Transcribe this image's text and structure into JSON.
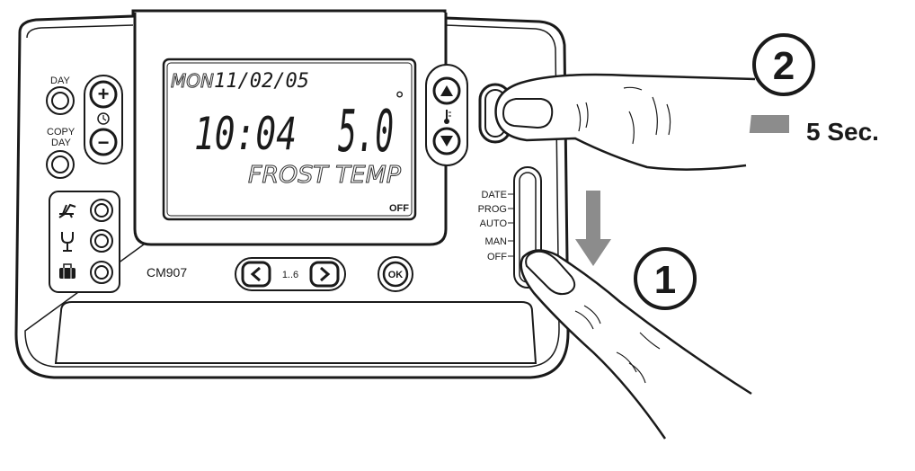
{
  "device": {
    "model": "CM907",
    "left_buttons": {
      "day": "DAY",
      "copy_day_line1": "COPY",
      "copy_day_line2": "DAY"
    },
    "adjust": {
      "plus": "+",
      "minus": "−",
      "clock_icon": "clock-icon"
    },
    "preset_icons": [
      "deckchair-icon",
      "wine-glass-icon",
      "suitcase-icon"
    ],
    "nav": {
      "prev": "‹",
      "range": "1..6",
      "next": "›",
      "ok": "OK"
    },
    "temp_buttons": {
      "up": "▲",
      "down": "▼",
      "thermometer_icon": "thermometer-icon"
    },
    "mode_switch": {
      "positions": [
        "DATE",
        "PROG",
        "AUTO",
        "MAN",
        "OFF"
      ]
    }
  },
  "lcd": {
    "day": "MON",
    "date": "11/02/05",
    "time": "10:04",
    "temperature": "5.0",
    "degree_symbol": "°",
    "mode_text": "FROST  TEMP",
    "status": "OFF"
  },
  "callouts": [
    {
      "number": "1"
    },
    {
      "number": "2",
      "note": "5 Sec."
    }
  ]
}
